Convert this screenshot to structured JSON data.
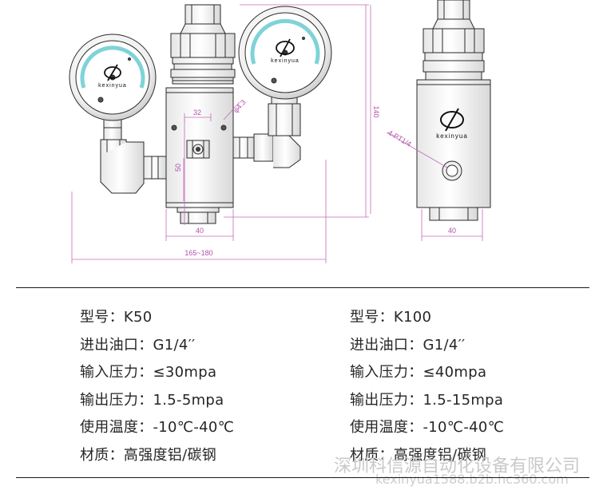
{
  "drawing": {
    "brand": "kexinyua",
    "dims": {
      "center_spacing": "32",
      "hole_dia": "φ4.3",
      "height_overall": "140",
      "body_height": "50",
      "body_width_front": "40",
      "length_overall": "165~180",
      "port": "4-PT1/4",
      "body_width_side": "40"
    }
  },
  "specs": {
    "left": [
      {
        "label": "型号：",
        "value": "K50"
      },
      {
        "label": "进出油口：",
        "value": "G1/4′′"
      },
      {
        "label": "输入压力：",
        "value": "≤30mpa"
      },
      {
        "label": "输出压力：",
        "value": "1.5-5mpa"
      },
      {
        "label": "使用温度：",
        "value": "-10℃-40℃"
      },
      {
        "label": "材质：",
        "value": "高强度铝/碳钢"
      }
    ],
    "right": [
      {
        "label": "型号：",
        "value": "K100"
      },
      {
        "label": "进出油口：",
        "value": "G1/4′′"
      },
      {
        "label": "输入压力：",
        "value": "≤40mpa"
      },
      {
        "label": "输出压力：",
        "value": "1.5-15mpa"
      },
      {
        "label": "使用温度：",
        "value": "-10℃-40℃"
      },
      {
        "label": "材质：",
        "value": "高强度铝/碳钢"
      }
    ]
  },
  "watermark": {
    "company": "深圳科信源自动化设备有限公司",
    "site": "kexinyua1588.b2b.hc360.com"
  }
}
